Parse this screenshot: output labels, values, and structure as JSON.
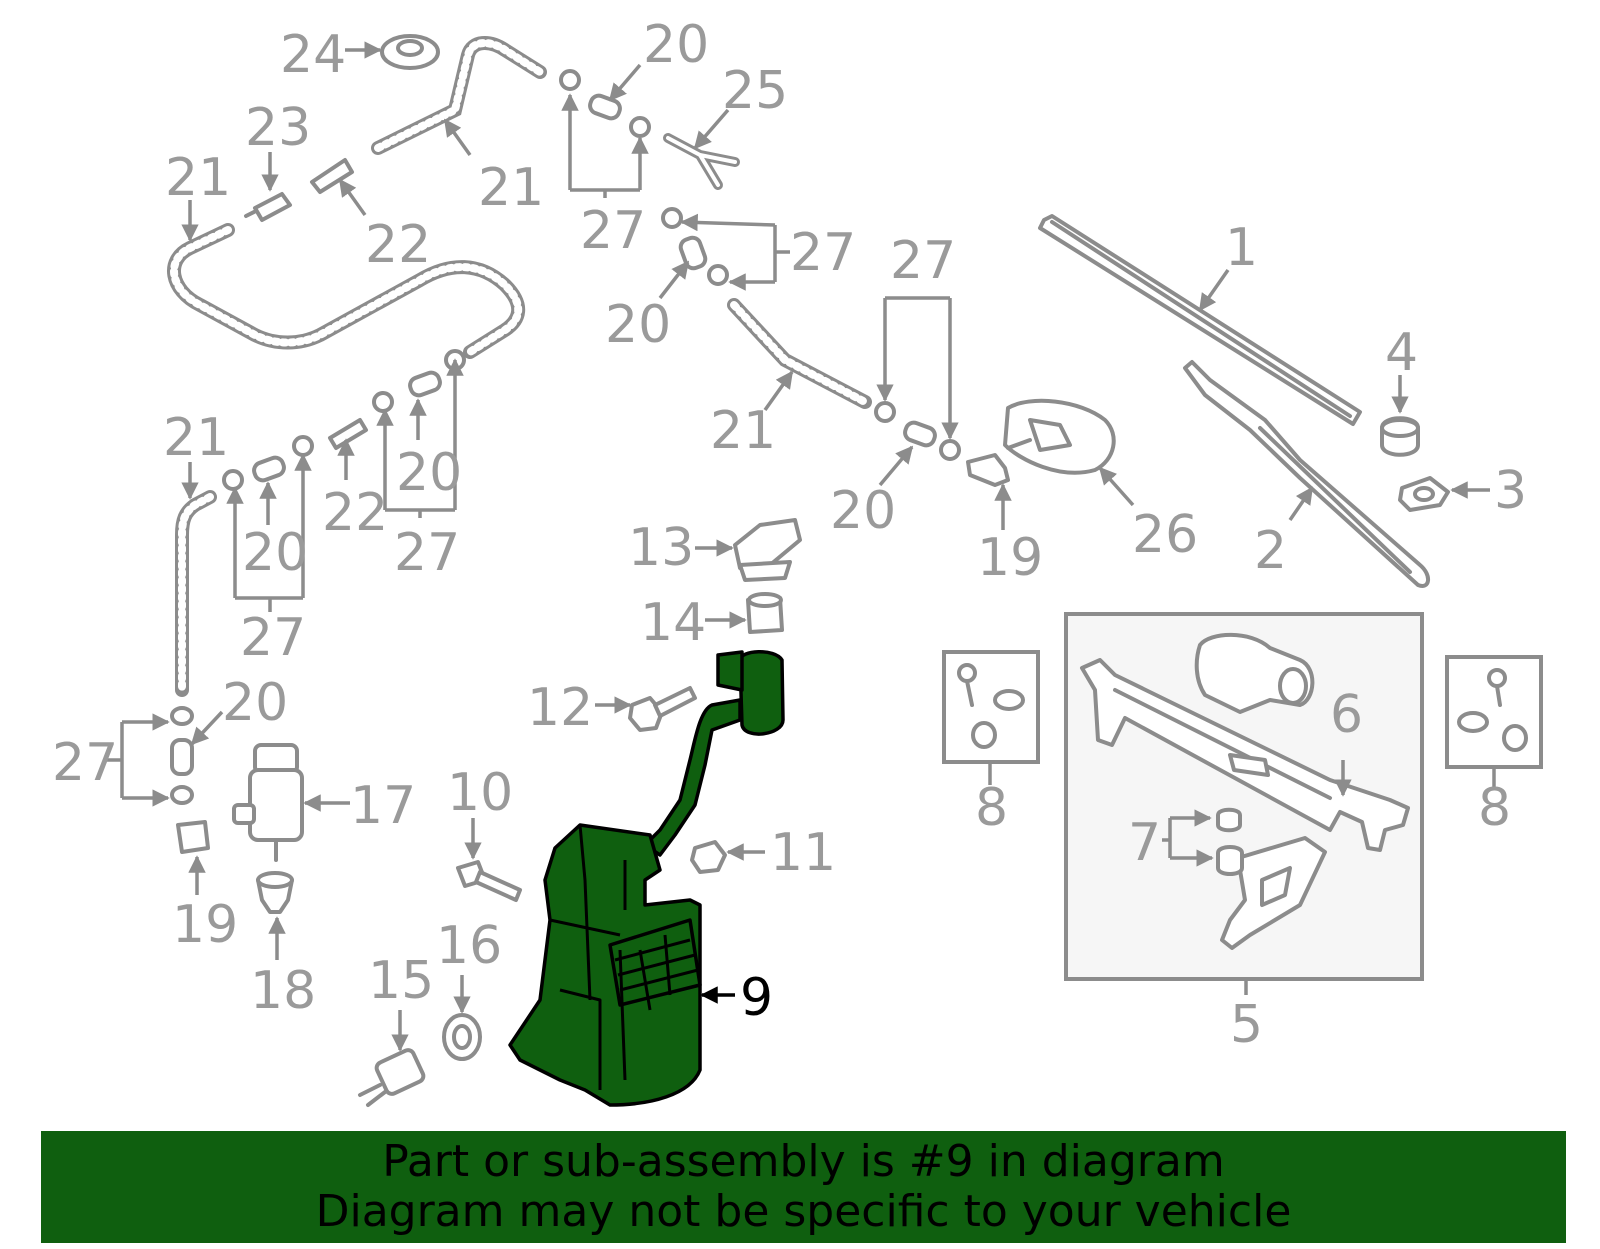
{
  "diagram": {
    "highlight_color": "#0f5f0f",
    "line_color": "#8c8c8c",
    "highlighted_part": "9",
    "callouts": {
      "c1": "1",
      "c2": "2",
      "c3": "3",
      "c4": "4",
      "c5": "5",
      "c6": "6",
      "c7": "7",
      "c8a": "8",
      "c8b": "8",
      "c9": "9",
      "c10": "10",
      "c11": "11",
      "c12": "12",
      "c13": "13",
      "c14": "14",
      "c15": "15",
      "c16": "16",
      "c17": "17",
      "c18": "18",
      "c19a": "19",
      "c19b": "19",
      "c20a": "20",
      "c20b": "20",
      "c20c": "20",
      "c20d": "20",
      "c20e": "20",
      "c20f": "20",
      "c21a": "21",
      "c21b": "21",
      "c21c": "21",
      "c21d": "21",
      "c22a": "22",
      "c22b": "22",
      "c23": "23",
      "c24": "24",
      "c25": "25",
      "c26": "26",
      "c27a": "27",
      "c27b": "27",
      "c27c": "27",
      "c27d": "27",
      "c27e": "27",
      "c27f": "27"
    }
  },
  "banner": {
    "line1": "Part or sub-assembly is #9 in diagram",
    "line2": "Diagram may not be specific to your vehicle"
  }
}
